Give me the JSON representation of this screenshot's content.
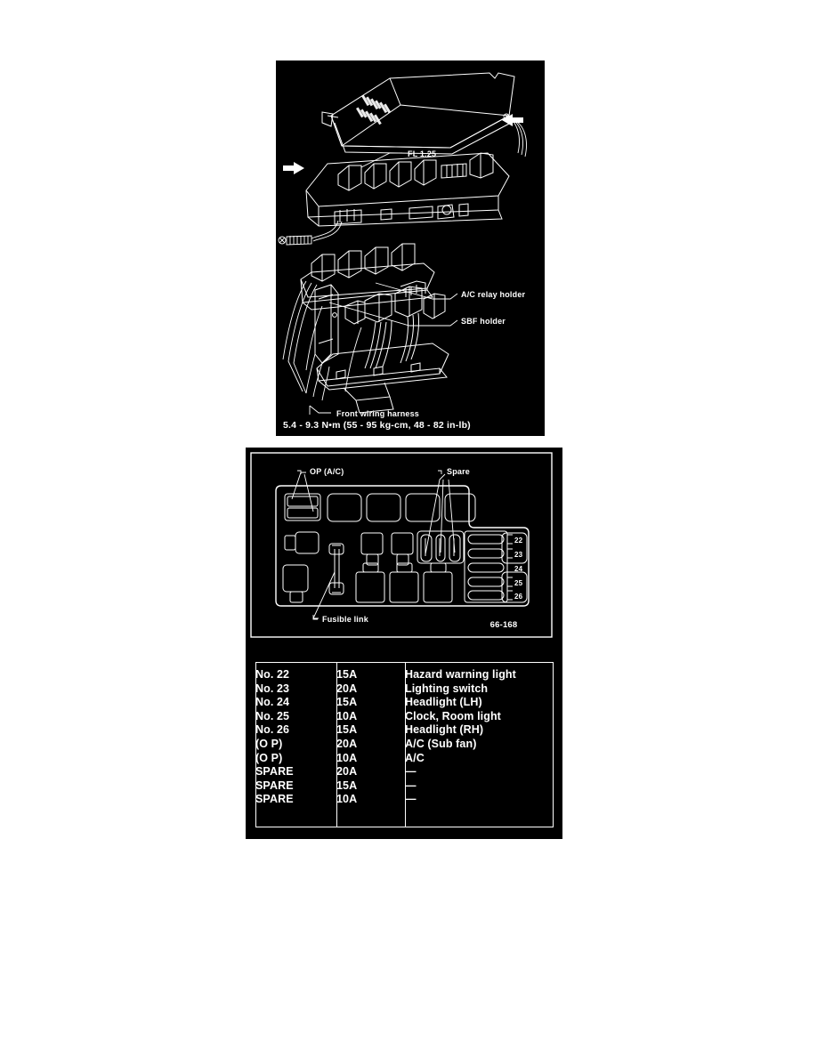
{
  "figures": {
    "assembly": {
      "name": "fuse-box-exploded-assembly",
      "callouts": {
        "fl": "FL 1.25",
        "ac_relay_holder": "A/C relay holder",
        "sbf_holder": "SBF holder",
        "front_wiring_harness": "Front wiring harness"
      },
      "torque_note": "5.4 - 9.3 N•m (55 - 95 kg-cm, 48 - 82 in-lb)"
    },
    "layout": {
      "name": "fuse-box-layout-diagram",
      "callouts": {
        "op_ac": "OP (A/C)",
        "spare": "Spare",
        "fusible_link": "Fusible link"
      },
      "fuse_numbers": [
        "22",
        "23",
        "24",
        "25",
        "26"
      ],
      "reference_code": "66-168"
    }
  },
  "fuse_table": {
    "rows": [
      {
        "no": "No. 22",
        "amp": "15A",
        "desc": "Hazard warning light"
      },
      {
        "no": "No. 23",
        "amp": "20A",
        "desc": "Lighting switch"
      },
      {
        "no": "No. 24",
        "amp": "15A",
        "desc": "Headlight (LH)"
      },
      {
        "no": "No. 25",
        "amp": "10A",
        "desc": "Clock, Room light"
      },
      {
        "no": "No. 26",
        "amp": "15A",
        "desc": "Headlight (RH)"
      },
      {
        "no": "(O P)",
        "amp": "20A",
        "desc": "A/C (Sub fan)"
      },
      {
        "no": "(O P)",
        "amp": "10A",
        "desc": "A/C"
      },
      {
        "no": "SPARE",
        "amp": "20A",
        "desc": "—"
      },
      {
        "no": "SPARE",
        "amp": "15A",
        "desc": "—"
      },
      {
        "no": "SPARE",
        "amp": "10A",
        "desc": "—"
      }
    ]
  }
}
